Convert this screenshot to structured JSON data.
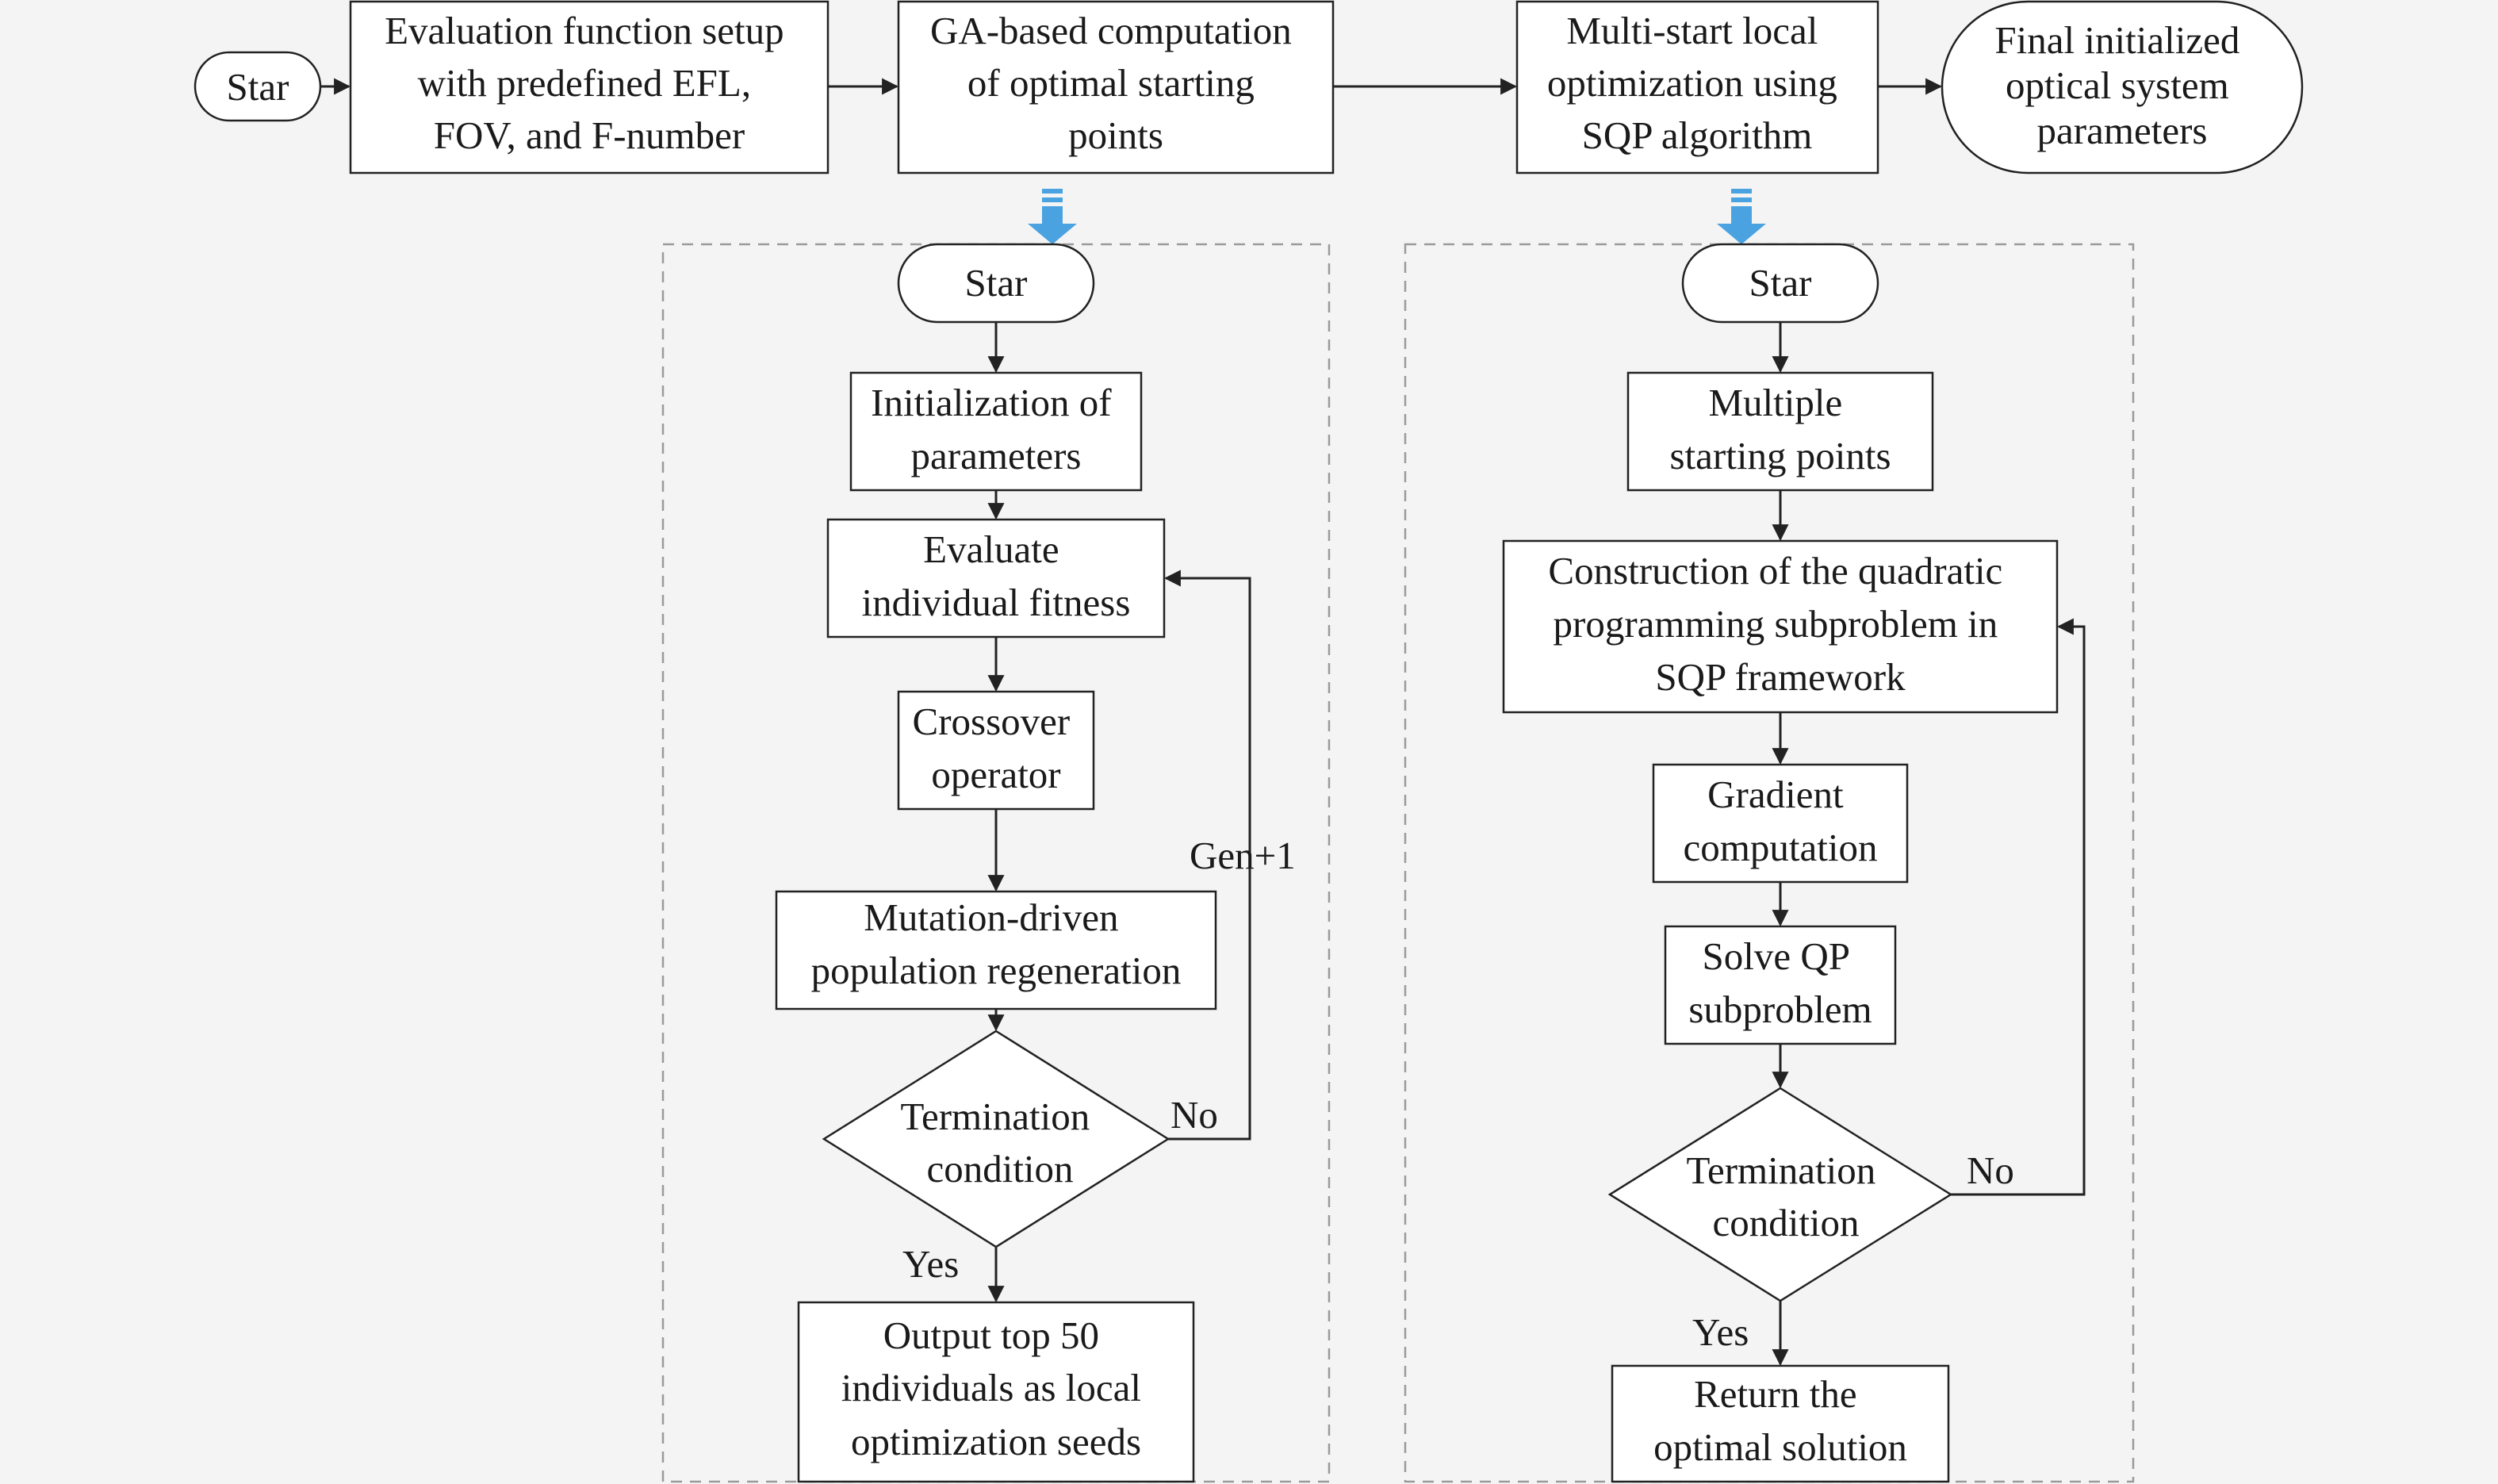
{
  "top_flow": {
    "start": "Star",
    "eval_setup": [
      "Evaluation function setup",
      "with predefined EFL,",
      "FOV, and F-number"
    ],
    "ga_compute": [
      "GA-based computation",
      "of optimal starting",
      "points"
    ],
    "multistart": [
      "Multi-start local",
      "optimization using",
      "SQP algorithm"
    ],
    "final": [
      "Final initialized",
      "optical system",
      "parameters"
    ]
  },
  "ga_flow": {
    "start": "Star",
    "init": [
      "Initialization of",
      "parameters"
    ],
    "evaluate": [
      "Evaluate",
      "individual fitness"
    ],
    "crossover": [
      "Crossover",
      "operator"
    ],
    "mutation": [
      "Mutation-driven",
      "population regeneration"
    ],
    "termination": [
      "Termination",
      "condition"
    ],
    "output": [
      "Output top 50",
      "individuals as local",
      "optimization seeds"
    ],
    "loop_label": "Gen+1",
    "no_label": "No",
    "yes_label": "Yes"
  },
  "sqp_flow": {
    "start": "Star",
    "multi_points": [
      "Multiple",
      "starting points"
    ],
    "construct_qp": [
      "Construction of the quadratic",
      "programming subproblem in",
      "SQP framework"
    ],
    "gradient": [
      "Gradient",
      "computation"
    ],
    "solve_qp": [
      "Solve QP",
      "subproblem"
    ],
    "termination": [
      "Termination",
      "condition"
    ],
    "return": [
      "Return the",
      "optimal solution"
    ],
    "no_label": "No",
    "yes_label": "Yes"
  },
  "colors": {
    "background": "#f4f4f4",
    "stroke": "#222222",
    "region_border": "#9a9a9a",
    "down_arrow": "#4aa3e0"
  }
}
